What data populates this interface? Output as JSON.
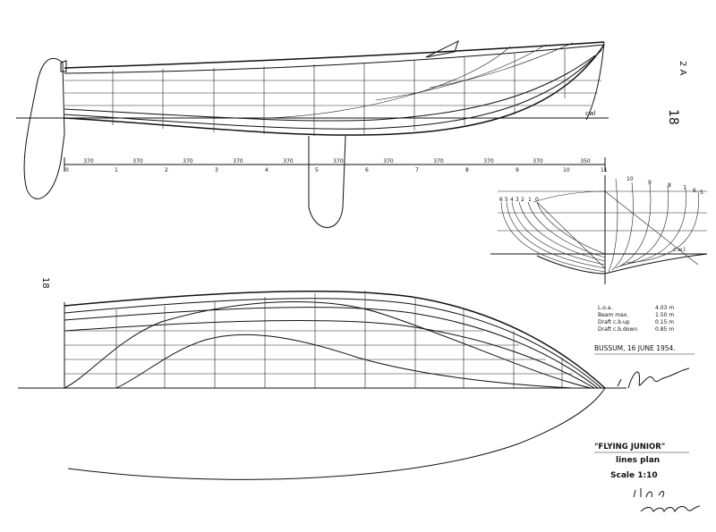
{
  "sheet": {
    "corner_marks": [
      "2 A",
      "18"
    ],
    "side_number": "18"
  },
  "profile": {
    "waterline_label": "cwl",
    "station_numbers": [
      "0",
      "1",
      "2",
      "3",
      "4",
      "5",
      "6",
      "7",
      "8",
      "9",
      "10",
      "11"
    ],
    "spacings": [
      "370",
      "370",
      "370",
      "370",
      "370",
      "370",
      "370",
      "370",
      "370",
      "370",
      "350"
    ]
  },
  "body_plan": {
    "left_labels": [
      "6",
      "5",
      "4",
      "3",
      "2",
      "1",
      "0"
    ],
    "right_labels": [
      "10",
      "9",
      "8",
      "7",
      "6",
      "5"
    ],
    "waterline_label": "c.w.l."
  },
  "particulars": [
    {
      "label": "L.o.a.",
      "value": "4.03 m"
    },
    {
      "label": "Beam max.",
      "value": "1.50 m"
    },
    {
      "label": "Draft c.b.up",
      "value": "0.15 m"
    },
    {
      "label": "Draft c.b.down",
      "value": "0.85 m"
    }
  ],
  "date_line": "BUSSUM, 16 JUNE 1954.",
  "title_block": {
    "title": "\"FLYING JUNIOR\"",
    "subtitle": "lines plan",
    "scale": "Scale 1:10"
  }
}
